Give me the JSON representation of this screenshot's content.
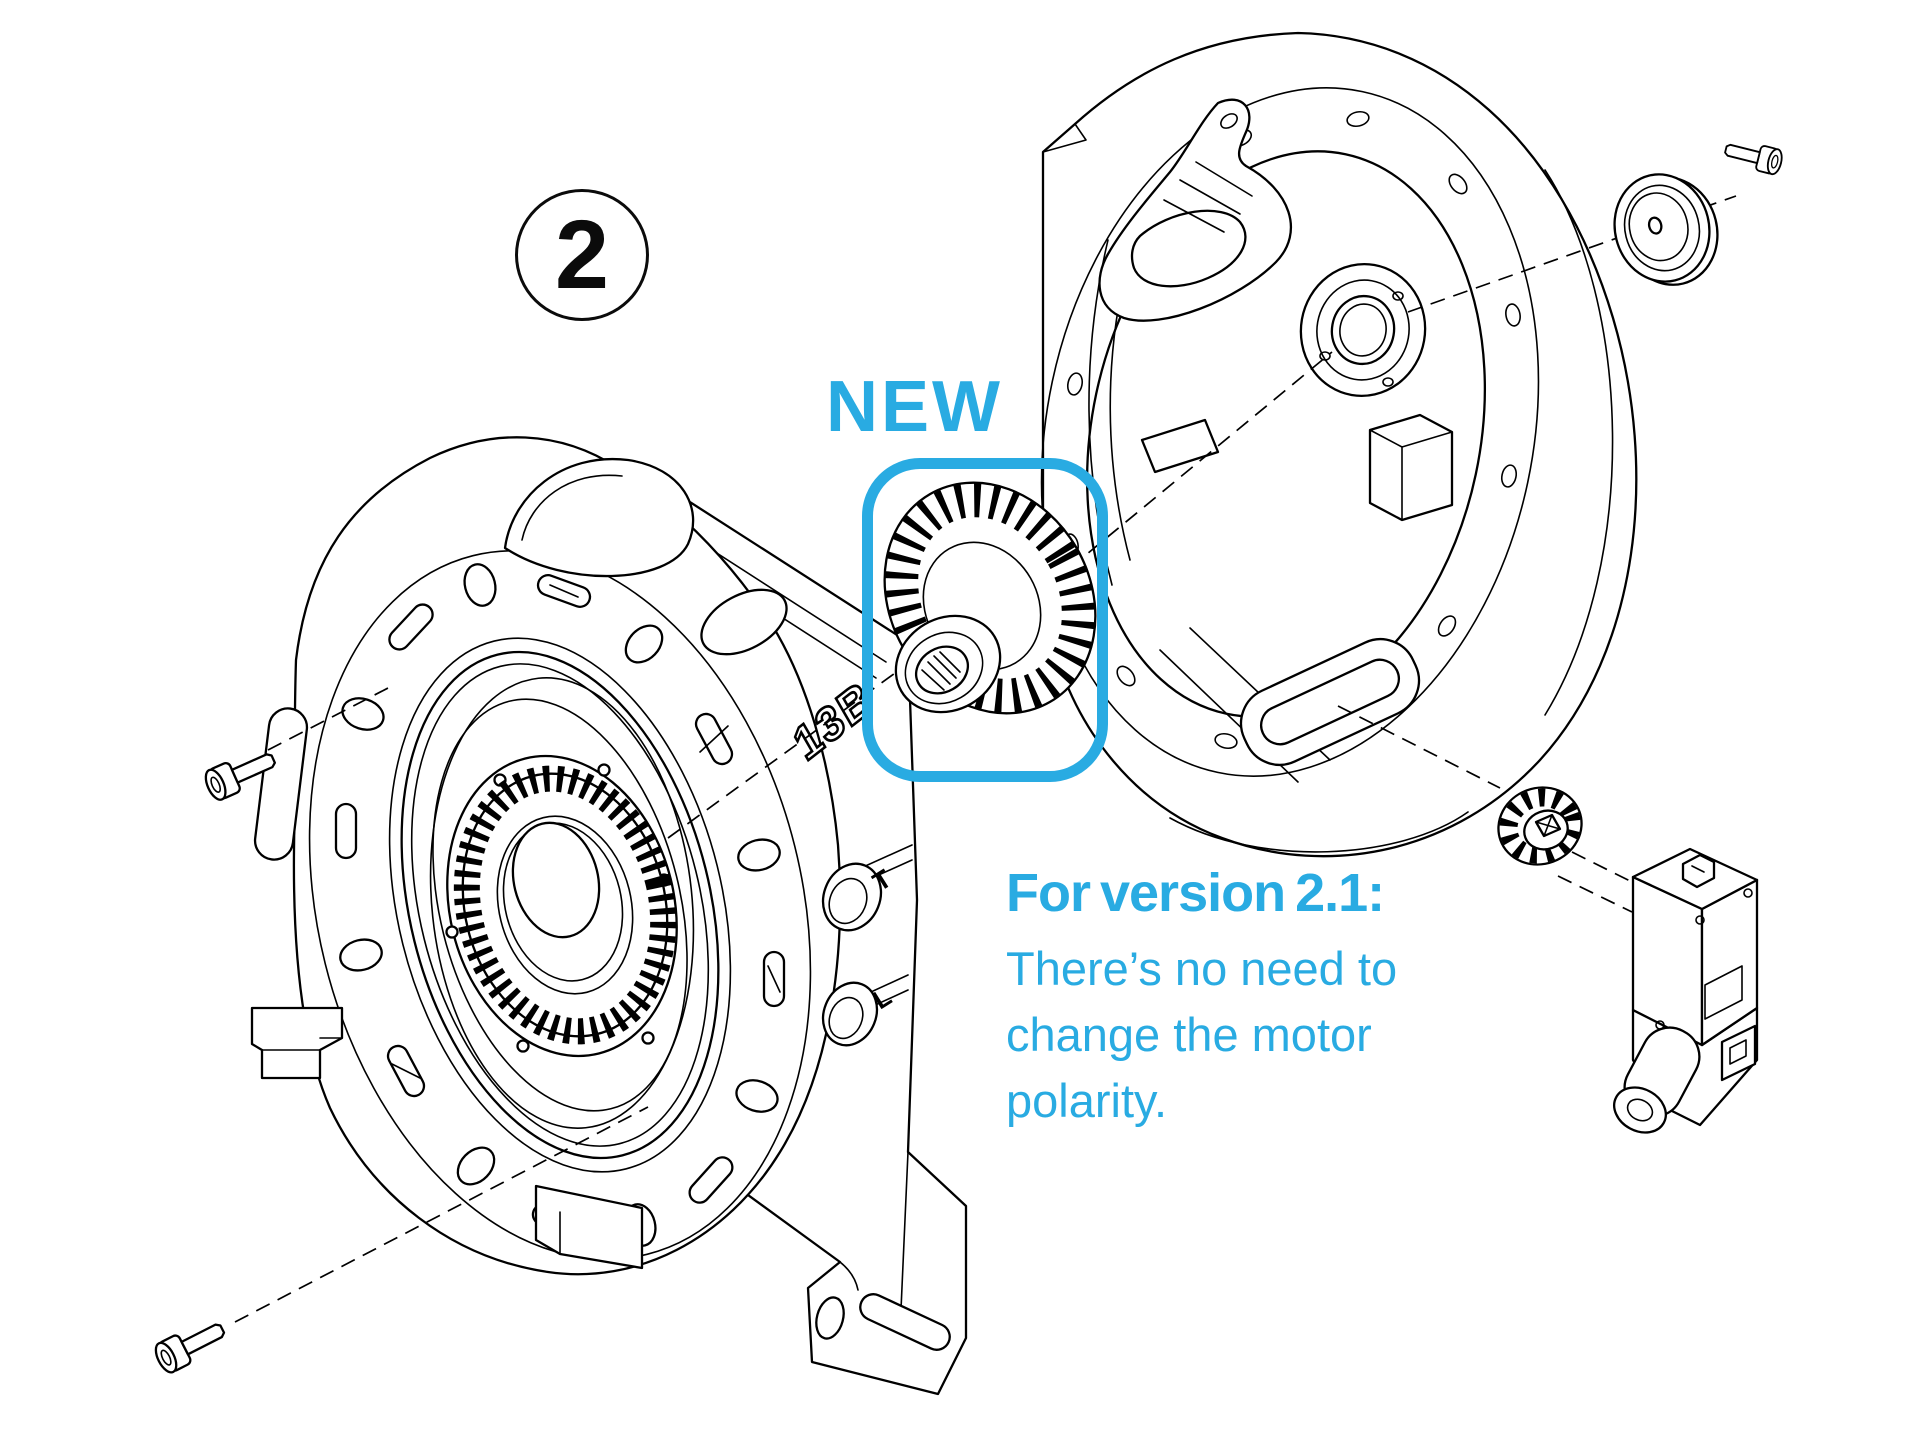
{
  "colors": {
    "accent": "#29ABE2",
    "ink": "#000000",
    "paper": "#FFFFFF"
  },
  "step_badge": {
    "number": "2"
  },
  "highlight": {
    "label": "NEW"
  },
  "note": {
    "heading": "For version 2.1:",
    "lines": [
      "There’s no need to",
      "change the motor",
      "polarity."
    ]
  },
  "engravings": {
    "housing_code": "13B",
    "port_top_label": "T",
    "port_bottom_label": "L"
  }
}
